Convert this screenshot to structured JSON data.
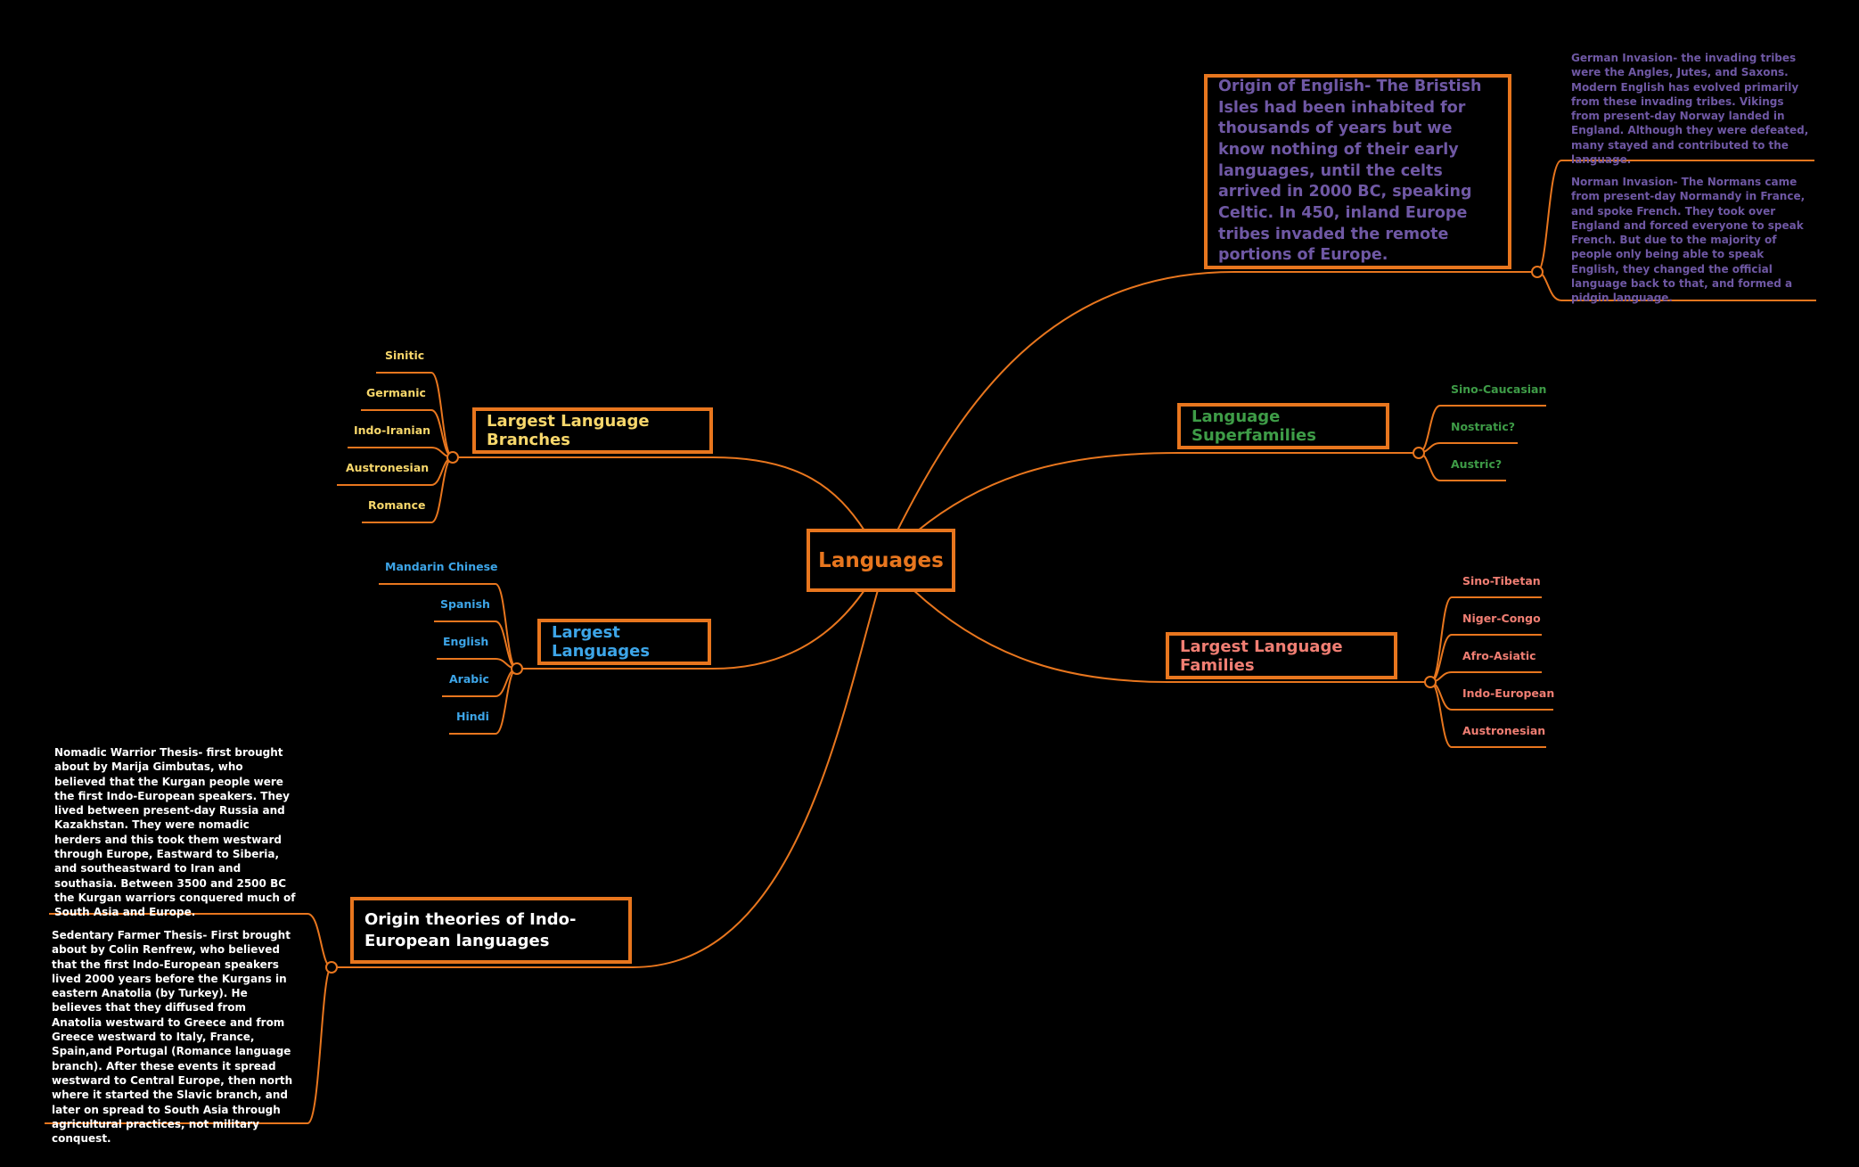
{
  "colors": {
    "background": "#000000",
    "lines": "#E8761E",
    "branches": "#F7D76B",
    "languages": "#3DA5E8",
    "superfamilies": "#3E9C47",
    "families": "#F07E73",
    "origin_english": "#6F58A4",
    "central": "#E8761E",
    "origin_theories": "#FFFFFF"
  },
  "central": {
    "label": "Languages"
  },
  "branches": {
    "title": "Largest Language Branches",
    "items": [
      "Sinitic",
      "Germanic",
      "Indo-Iranian",
      "Austronesian",
      "Romance"
    ]
  },
  "largest_languages": {
    "title": "Largest Languages",
    "items": [
      "Mandarin Chinese",
      "Spanish",
      "English",
      "Arabic",
      "Hindi"
    ]
  },
  "origin_theories": {
    "title": "Origin theories of Indo-European languages",
    "notes": [
      "Nomadic Warrior Thesis- first brought about by Marija Gimbutas, who believed that the Kurgan people were the first Indo-European speakers. They lived between present-day Russia and Kazakhstan. They were nomadic herders and this took them westward through Europe, Eastward to Siberia, and southeastward to Iran and southasia. Between 3500 and 2500 BC the Kurgan warriors conquered much of South Asia and Europe.",
      "Sedentary Farmer Thesis- First brought about by Colin Renfrew, who believed that the first Indo-European speakers lived 2000 years before the Kurgans in eastern Anatolia (by Turkey). He believes that they diffused from Anatolia westward to Greece and from Greece westward to Italy, France, Spain,and Portugal (Romance language branch). After these events it spread westward to Central Europe, then north where it started the Slavic branch, and later on spread to South Asia through agricultural practices, not military conquest."
    ]
  },
  "origin_english": {
    "title": "Origin of English- The Bristish Isles had been inhabited for thousands of years but we know nothing of their early languages, until the celts arrived in 2000 BC, speaking Celtic. In 450, inland Europe tribes invaded the remote portions of Europe.",
    "notes": [
      "German Invasion- the invading tribes were the Angles, Jutes, and Saxons. Modern English has evolved primarily from these invading tribes. Vikings from present-day Norway landed in England. Although they were defeated, many stayed and contributed to the language.",
      "Norman Invasion- The Normans came from present-day Normandy in France, and spoke French. They took over England and forced everyone to speak French. But due to the majority of people only being able to speak English, they changed the official language back to that, and formed a pidgin language."
    ]
  },
  "superfamilies": {
    "title": "Language Superfamilies",
    "items": [
      "Sino-Caucasian",
      "Nostratic?",
      "Austric?"
    ]
  },
  "families": {
    "title": "Largest Language Families",
    "items": [
      "Sino-Tibetan",
      "Niger-Congo",
      "Afro-Asiatic",
      "Indo-European",
      "Austronesian"
    ]
  }
}
